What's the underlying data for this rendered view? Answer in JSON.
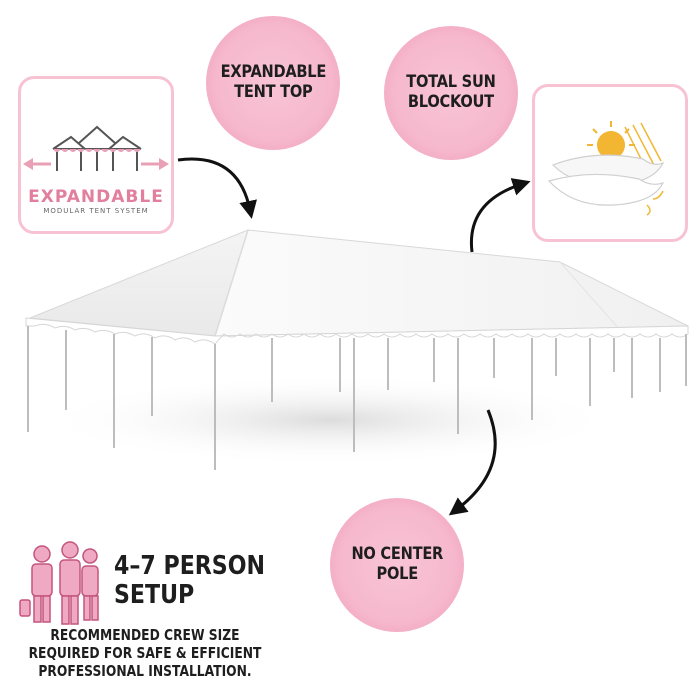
{
  "features": {
    "expandable_top": "EXPANDABLE\nTENT TOP",
    "sun_blockout": "TOTAL SUN\nBLOCKOUT",
    "no_center_pole": "NO CENTER\nPOLE"
  },
  "expandable_card": {
    "title": "EXPANDABLE",
    "subtitle": "MODULAR TENT SYSTEM"
  },
  "crew": {
    "title": "4–7 PERSON\nSETUP",
    "description": "RECOMMENDED CREW SIZE\nREQUIRED FOR SAFE & EFFICIENT\nPROFESSIONAL INSTALLATION."
  },
  "colors": {
    "brand_pink": "#f6b8cd",
    "accent_pink": "#e27e9e",
    "text": "#1e1e1e"
  },
  "icons": [
    "modular-tent-icon",
    "sun-shield-icon",
    "crew-icon"
  ]
}
